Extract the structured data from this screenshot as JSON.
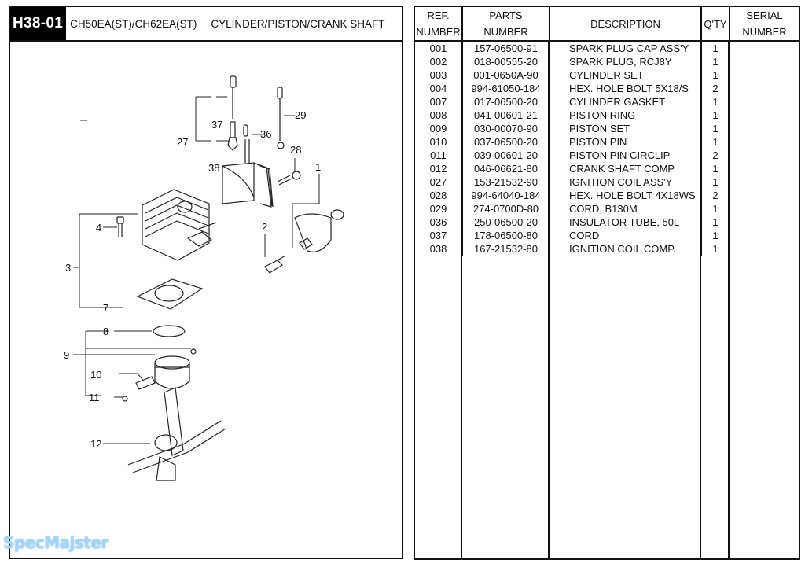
{
  "header": {
    "code": "H38-01",
    "models": "CH50EA(ST)/CH62EA(ST)",
    "section": "CYLINDER/PISTON/CRANK SHAFT"
  },
  "diagram": {
    "callouts": [
      "1",
      "2",
      "3",
      "4",
      "7",
      "8",
      "9",
      "10",
      "11",
      "12",
      "27",
      "28",
      "29",
      "36",
      "37",
      "38"
    ]
  },
  "table": {
    "headers": {
      "ref_line1": "REF.",
      "ref_line2": "NUMBER",
      "parts_line1": "PARTS",
      "parts_line2": "NUMBER",
      "description": "DESCRIPTION",
      "qty": "Q'TY",
      "serial_line1": "SERIAL",
      "serial_line2": "NUMBER"
    },
    "rows": [
      {
        "ref": "001",
        "part": "157-06500-91",
        "desc": "SPARK PLUG CAP ASS'Y",
        "qty": "1"
      },
      {
        "ref": "002",
        "part": "018-00555-20",
        "desc": "SPARK PLUG, RCJ8Y",
        "qty": "1"
      },
      {
        "ref": "003",
        "part": "001-0650A-90",
        "desc": "CYLINDER SET",
        "qty": "1"
      },
      {
        "ref": "004",
        "part": "994-61050-184",
        "desc": "HEX. HOLE BOLT 5X18/S",
        "qty": "2"
      },
      {
        "ref": "007",
        "part": "017-06500-20",
        "desc": "CYLINDER GASKET",
        "qty": "1"
      },
      {
        "ref": "008",
        "part": "041-00601-21",
        "desc": "PISTON RING",
        "qty": "1"
      },
      {
        "ref": "009",
        "part": "030-00070-90",
        "desc": "PISTON SET",
        "qty": "1"
      },
      {
        "ref": "010",
        "part": "037-06500-20",
        "desc": "PISTON PIN",
        "qty": "1"
      },
      {
        "ref": "011",
        "part": "039-00601-20",
        "desc": "PISTON PIN CIRCLIP",
        "qty": "2"
      },
      {
        "ref": "012",
        "part": "046-06621-80",
        "desc": "CRANK SHAFT COMP",
        "qty": "1"
      },
      {
        "ref": "027",
        "part": "153-21532-90",
        "desc": "IGNITION COIL ASS'Y",
        "qty": "1"
      },
      {
        "ref": "028",
        "part": "994-64040-184",
        "desc": "HEX. HOLE BOLT 4X18WS",
        "qty": "2"
      },
      {
        "ref": "029",
        "part": "274-0700D-80",
        "desc": "CORD, B130M",
        "qty": "1"
      },
      {
        "ref": "036",
        "part": "250-06500-20",
        "desc": "INSULATOR TUBE, 50L",
        "qty": "1"
      },
      {
        "ref": "037",
        "part": "178-06500-80",
        "desc": "CORD",
        "qty": "1"
      },
      {
        "ref": "038",
        "part": "167-21532-80",
        "desc": "IGNITION COIL COMP.",
        "qty": "1"
      }
    ]
  },
  "watermark": "SpecMajster"
}
